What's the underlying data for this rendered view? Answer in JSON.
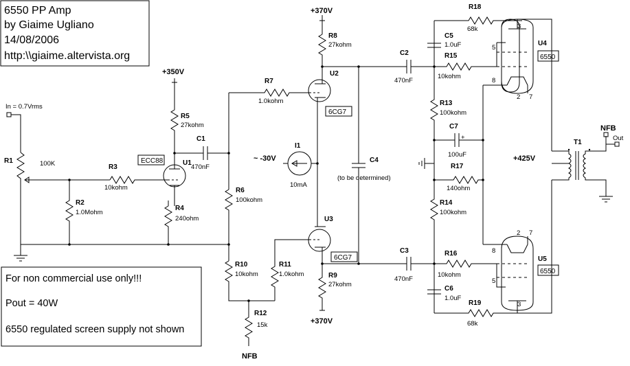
{
  "title_box": {
    "line1": "6550 PP Amp",
    "line2": "by Giaime Ugliano",
    "line3": "14/08/2006",
    "line4": "http:\\\\giaime.altervista.org"
  },
  "notes": {
    "line1": "For non commercial use only!!!",
    "line2": "Pout = 40W",
    "line3": "6550 regulated screen supply not shown"
  },
  "input": {
    "label": "In = 0.7Vrms"
  },
  "rails": {
    "u2_supply": "+370V",
    "u3_supply": "+370V",
    "u1_supply": "+350V",
    "output_supply": "+425V",
    "bias": "~ -30V"
  },
  "nfb": {
    "top_label": "NFB",
    "bottom_label": "NFB",
    "out_label": "Out"
  },
  "components": {
    "R1": {
      "ref": "R1",
      "value": "100K"
    },
    "R2": {
      "ref": "R2",
      "value": "1.0Mohm"
    },
    "R3": {
      "ref": "R3",
      "value": "10kohm"
    },
    "R4": {
      "ref": "R4",
      "value": "240ohm"
    },
    "R5": {
      "ref": "R5",
      "value": "27kohm"
    },
    "R6": {
      "ref": "R6",
      "value": "100kohm"
    },
    "R7": {
      "ref": "R7",
      "value": "1.0kohm"
    },
    "R8": {
      "ref": "R8",
      "value": "27kohm"
    },
    "R9": {
      "ref": "R9",
      "value": "27kohm"
    },
    "R10": {
      "ref": "R10",
      "value": "10kohm"
    },
    "R11": {
      "ref": "R11",
      "value": "1.0kohm"
    },
    "R12": {
      "ref": "R12",
      "value": "15k"
    },
    "R13": {
      "ref": "R13",
      "value": "100kohm"
    },
    "R14": {
      "ref": "R14",
      "value": "100kohm"
    },
    "R15": {
      "ref": "R15",
      "value": "10kohm"
    },
    "R16": {
      "ref": "R16",
      "value": "10kohm"
    },
    "R17": {
      "ref": "R17",
      "value": "140ohm"
    },
    "R18": {
      "ref": "R18",
      "value": "68k"
    },
    "R19": {
      "ref": "R19",
      "value": "68k"
    },
    "C1": {
      "ref": "C1",
      "value": "470nF"
    },
    "C2": {
      "ref": "C2",
      "value": "470nF"
    },
    "C3": {
      "ref": "C3",
      "value": "470nF"
    },
    "C4": {
      "ref": "C4",
      "value": "(to be determined)"
    },
    "C5": {
      "ref": "C5",
      "value": "1.0uF"
    },
    "C6": {
      "ref": "C6",
      "value": "1.0uF"
    },
    "C7": {
      "ref": "C7",
      "value": "100uF"
    },
    "I1": {
      "ref": "I1",
      "value": "10mA"
    },
    "T1": {
      "ref": "T1"
    },
    "U1": {
      "ref": "U1",
      "type": "ECC88"
    },
    "U2": {
      "ref": "U2",
      "type": "6CG7"
    },
    "U3": {
      "ref": "U3",
      "type": "6CG7"
    },
    "U4": {
      "ref": "U4",
      "type": "6550"
    },
    "U5": {
      "ref": "U5",
      "type": "6550"
    }
  },
  "pins": {
    "u4_pin3": "3",
    "u4_pin5": "5",
    "u4_pin8": "8",
    "u4_pin2": "2",
    "u4_pin7": "7",
    "u5_pin2": "2",
    "u5_pin7": "7",
    "u5_pin8": "8",
    "u5_pin5": "5",
    "u5_pin3": "3"
  },
  "c7_polarity": "+"
}
